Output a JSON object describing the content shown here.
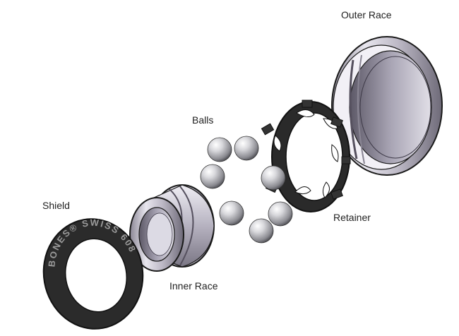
{
  "labels": {
    "outer_race": "Outer Race",
    "balls": "Balls",
    "shield": "Shield",
    "retainer": "Retainer",
    "inner_race": "Inner Race"
  },
  "shield_marking": "BONES® SWISS 608",
  "colors": {
    "background": "#ffffff",
    "metal_light": "#e4e2ea",
    "metal_mid": "#b8b4c2",
    "metal_dark": "#6e6a78",
    "rubber": "#2b2b2b",
    "outline": "#1a1a1a"
  }
}
